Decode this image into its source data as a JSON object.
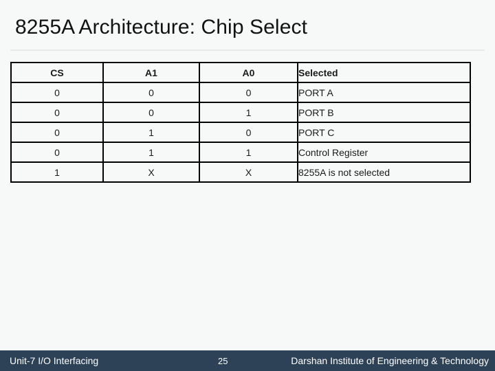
{
  "slide": {
    "title": "8255A Architecture: Chip Select",
    "background_color": "#f7f8f8",
    "title_color": "#121212",
    "divider_color": "#e8eaea"
  },
  "table": {
    "border_color": "#000000",
    "columns": [
      {
        "label": "CS",
        "align": "center"
      },
      {
        "label": "A1",
        "align": "center"
      },
      {
        "label": "A0",
        "align": "center"
      },
      {
        "label": "Selected",
        "align": "left"
      }
    ],
    "rows": [
      {
        "cs": "0",
        "a1": "0",
        "a0": "0",
        "selected": "PORT A"
      },
      {
        "cs": "0",
        "a1": "0",
        "a0": "1",
        "selected": "PORT B"
      },
      {
        "cs": "0",
        "a1": "1",
        "a0": "0",
        "selected": "PORT C"
      },
      {
        "cs": "0",
        "a1": "1",
        "a0": "1",
        "selected": "Control Register"
      },
      {
        "cs": "1",
        "a1": "X",
        "a0": "X",
        "selected": "8255A is not selected"
      }
    ]
  },
  "footer": {
    "unit": "Unit-7 I/O Interfacing",
    "page_number": "25",
    "institute": "Darshan Institute of Engineering & Technology",
    "background_color": "#2e4257",
    "text_color": "#ffffff"
  }
}
